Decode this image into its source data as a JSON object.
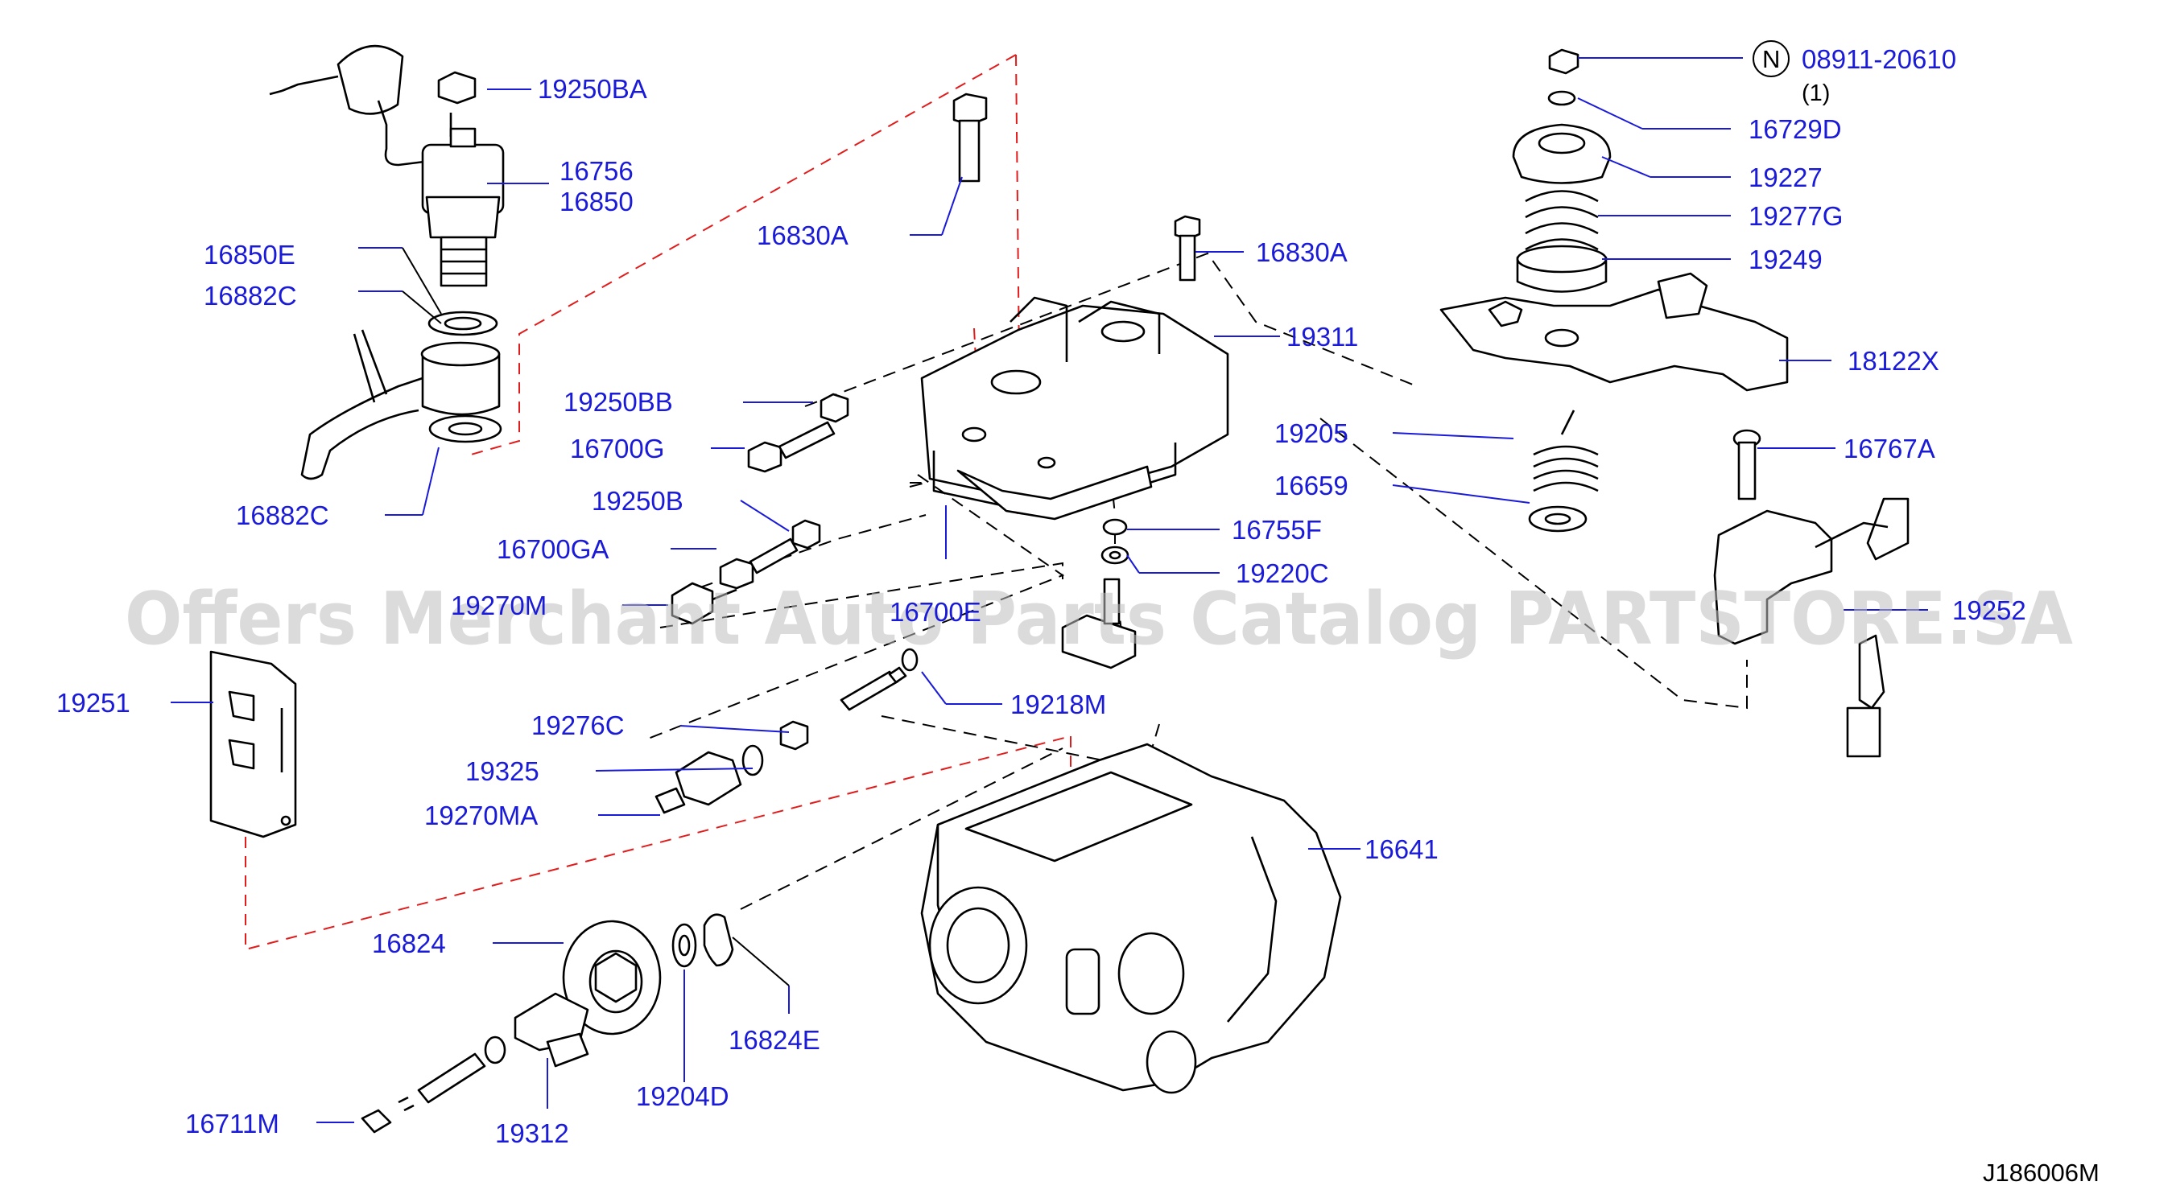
{
  "diagram": {
    "code": "J186006M",
    "watermark": "Offers Merchant Auto Parts Catalog PARTSTORE.SA",
    "note_symbol": "N",
    "colors": {
      "label": "#1a1ad9",
      "assembly_line": "#e21b1b",
      "line": "#000000"
    },
    "parts": [
      {
        "no": "19250BA"
      },
      {
        "no": "16756"
      },
      {
        "no": "16850"
      },
      {
        "no": "16850E"
      },
      {
        "no": "16882C"
      },
      {
        "no": "16882C"
      },
      {
        "no": "16830A"
      },
      {
        "no": "16830A"
      },
      {
        "no": "19311"
      },
      {
        "no": "19250BB"
      },
      {
        "no": "16700G"
      },
      {
        "no": "19250B"
      },
      {
        "no": "16700GA"
      },
      {
        "no": "19270M"
      },
      {
        "no": "16700E"
      },
      {
        "no": "16755F"
      },
      {
        "no": "19220C"
      },
      {
        "no": "19218M"
      },
      {
        "no": "19276C"
      },
      {
        "no": "19325"
      },
      {
        "no": "19270MA"
      },
      {
        "no": "19251"
      },
      {
        "no": "16641"
      },
      {
        "no": "16824"
      },
      {
        "no": "16824E"
      },
      {
        "no": "19204D"
      },
      {
        "no": "19312"
      },
      {
        "no": "16711M"
      },
      {
        "no": "08911-20610",
        "qty": "(1)"
      },
      {
        "no": "16729D"
      },
      {
        "no": "19227"
      },
      {
        "no": "19277G"
      },
      {
        "no": "19249"
      },
      {
        "no": "18122X"
      },
      {
        "no": "19205"
      },
      {
        "no": "16659"
      },
      {
        "no": "16767A"
      },
      {
        "no": "19252"
      }
    ]
  }
}
